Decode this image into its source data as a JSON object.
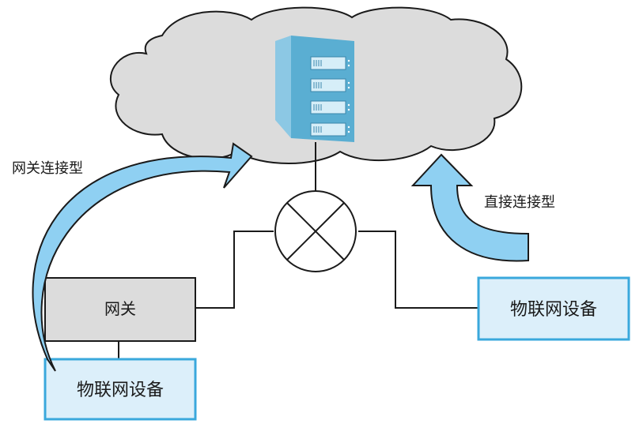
{
  "labels": {
    "gateway_connection": "网关连接型",
    "direct_connection": "直接连接型",
    "gateway": "网关",
    "iot_device_left": "物联网设备",
    "iot_device_right": "物联网设备"
  },
  "icons": {
    "cloud": "cloud-icon",
    "server": "server-rack-icon",
    "router": "router-cross-circle-icon",
    "gateway_arrow": "curved-arrow-icon",
    "direct_arrow": "curved-up-arrow-icon"
  },
  "colors": {
    "cloud_fill": "#dcdcdc",
    "arrow_fill": "#8fd0f2",
    "device_fill": "#dceffa",
    "device_border": "#3aa8dc",
    "gateway_fill": "#dcdcdc",
    "server_front": "#5aaed2",
    "server_side": "#8cc8e4"
  }
}
